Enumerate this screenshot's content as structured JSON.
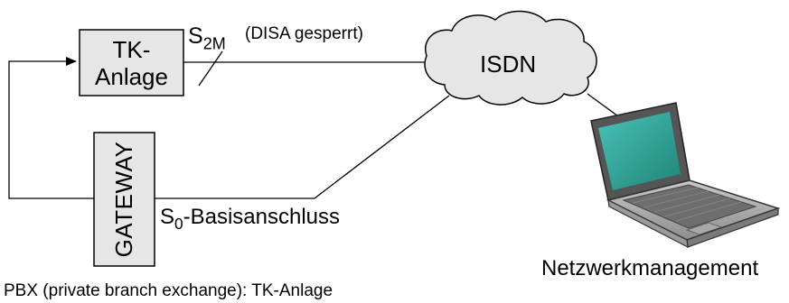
{
  "pbx": {
    "line1": "TK-",
    "line2": "Anlage"
  },
  "gateway": {
    "label": "GATEWAY"
  },
  "isdn": {
    "label": "ISDN"
  },
  "s2m": {
    "main": "S",
    "sub": "2M",
    "note": "(DISA gesperrt)"
  },
  "s0": {
    "main": "S",
    "sub": "0",
    "rest": "-Basisanschluss"
  },
  "laptop": {
    "label": "Netzwerkmanagement"
  },
  "footnote": "PBX (private branch exchange): TK-Anlage",
  "colors": {
    "box_fill": "#e6e6e6",
    "cloud_fill": "#e6e6e6",
    "screen": "#2fa89e",
    "line": "#000000"
  }
}
